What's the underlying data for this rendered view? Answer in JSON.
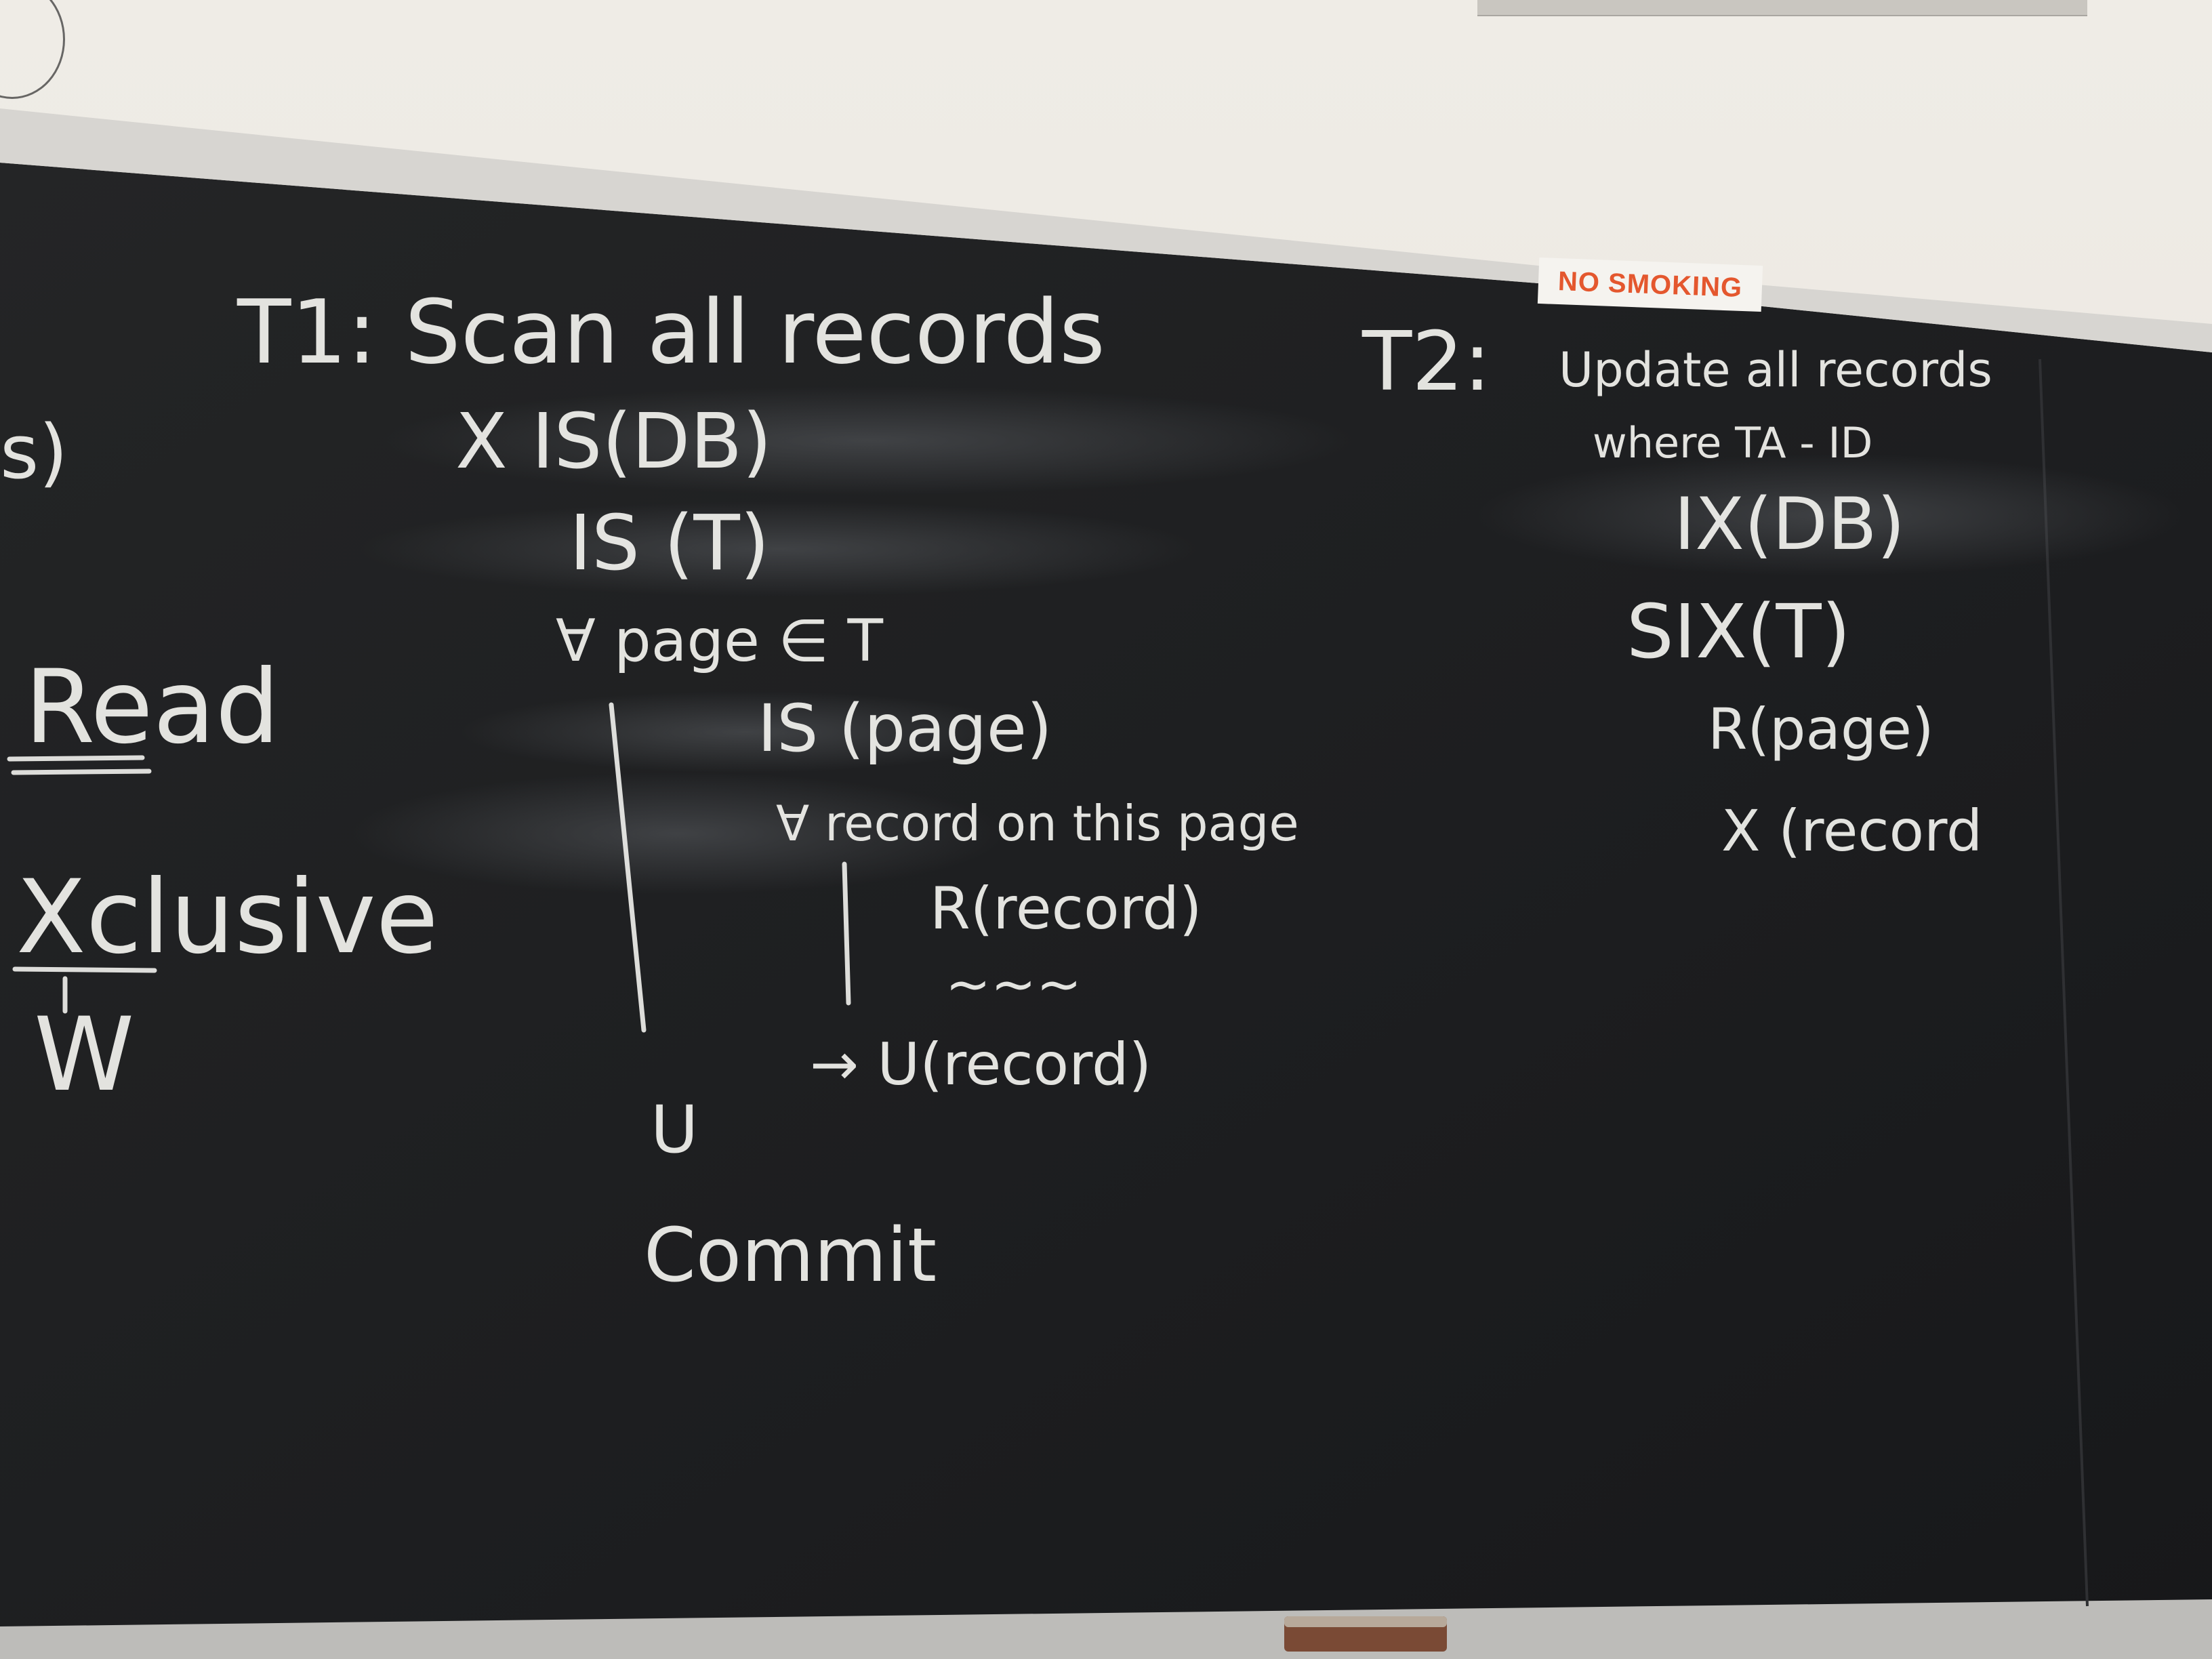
{
  "sign": {
    "text": "NO SMOKING"
  },
  "left_margin": {
    "partial": "s)",
    "read": "Read",
    "xclusive": "Xclusive",
    "w": "W"
  },
  "t1": {
    "title": "T1: Scan all records",
    "lines": [
      "X IS(DB)",
      "IS (T)",
      "∀ page ∈ T",
      "IS (page)",
      "∀ record on this page",
      "R(record)",
      "~~~",
      "→ U(record)",
      "U",
      "Commit"
    ]
  },
  "t2": {
    "title": "T2:",
    "subtitle_1": "Update all records",
    "subtitle_2": "where TA - ID",
    "lines": [
      "IX(DB)",
      "SIX(T)",
      "R(page)",
      "X (record"
    ]
  }
}
